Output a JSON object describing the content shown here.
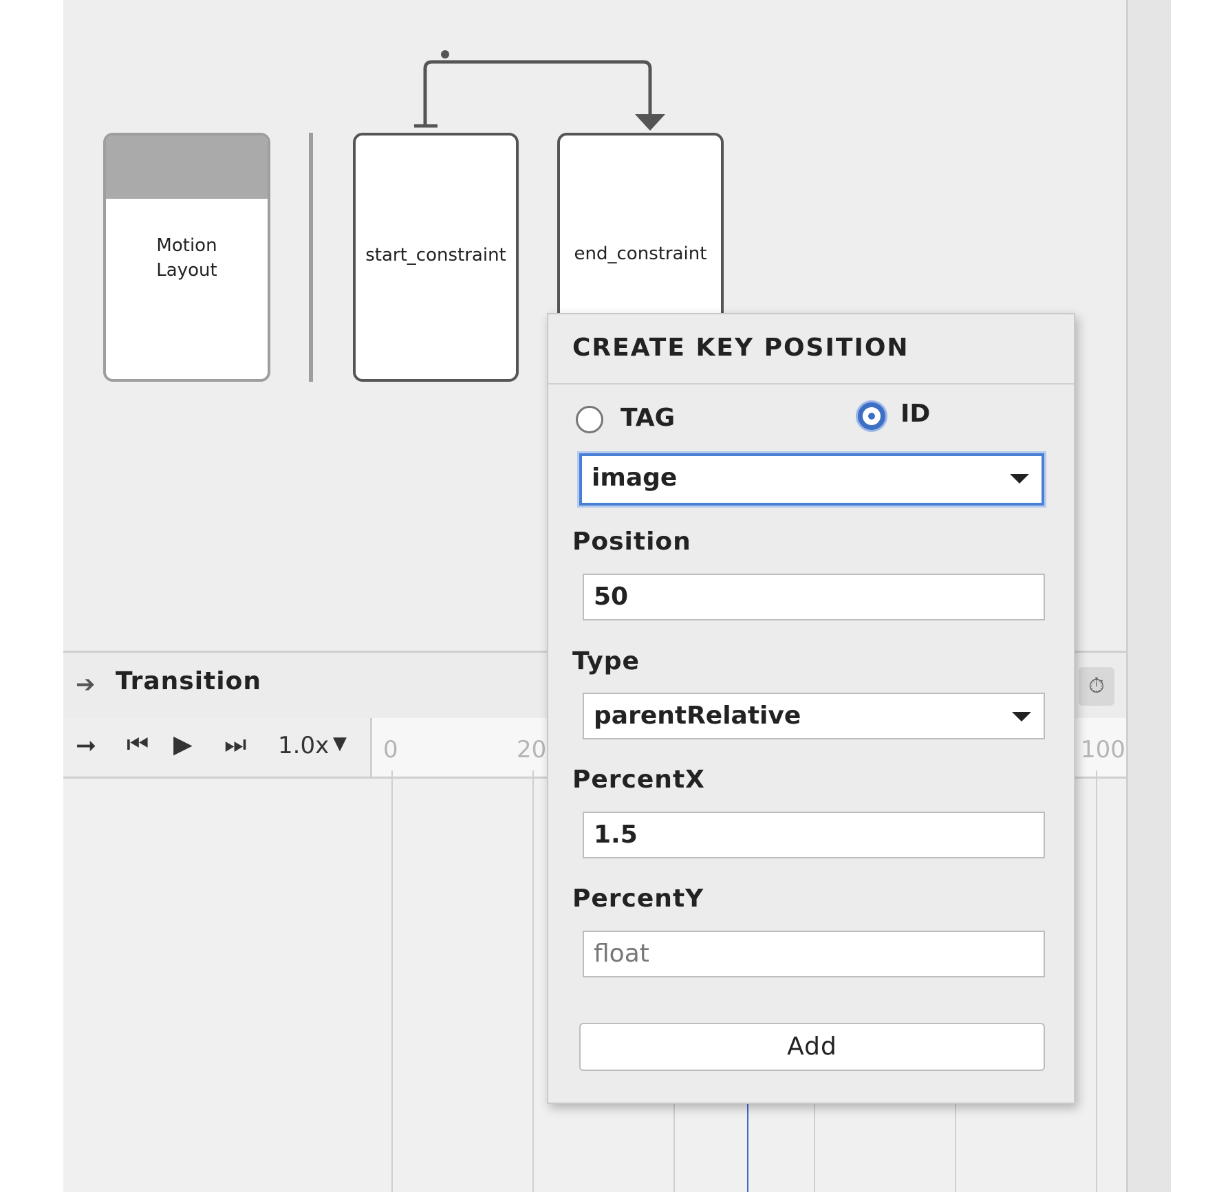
{
  "graph": {
    "motion_layout_label": "Motion Layout",
    "start_label": "start_constraint",
    "end_label": "end_constraint"
  },
  "timeline": {
    "title": "Transition",
    "speed": "1.0x",
    "ticks": [
      "0",
      "20",
      "100"
    ]
  },
  "popup": {
    "title": "CREATE KEY POSITION",
    "radio_tag": "TAG",
    "radio_id": "ID",
    "selected_radio": "ID",
    "id_value": "image",
    "position_label": "Position",
    "position_value": "50",
    "type_label": "Type",
    "type_value": "parentRelative",
    "percentx_label": "PercentX",
    "percentx_value": "1.5",
    "percenty_label": "PercentY",
    "percenty_placeholder": "float",
    "add_label": "Add"
  },
  "colors": {
    "accent": "#3d6fc4",
    "background": "#eeeeee"
  }
}
